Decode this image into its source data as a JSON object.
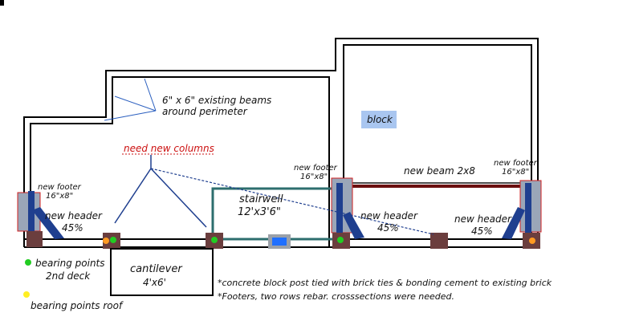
{
  "labels": {
    "existing_beams_line1": "6\" x 6\" existing beams",
    "existing_beams_line2": "around  perimeter",
    "block": "block",
    "need_new_columns": "need new columns",
    "new_footer": "new footer",
    "footer_size": "16\"x8\"",
    "new_beam": "new beam 2x8",
    "stairwell": "stairwell",
    "stairwell_size": "12'x3'6\"",
    "new_header": "new header",
    "header_pct": "45%",
    "cantilever": "cantilever",
    "cantilever_size": "4'x6'"
  },
  "legend": {
    "green_label_line1": "bearing points",
    "green_label_line2": "2nd deck",
    "yellow_label": "bearing points roof"
  },
  "notes": [
    "*concrete block post tied with brick ties & bonding cement to existing brick",
    "*Footers, two rows rebar. crosssections were needed."
  ],
  "colors": {
    "wall": "#000000",
    "beam": "#8b1a1a",
    "post": "#6b3e3e",
    "header_blue": "#1f3f8f",
    "footer_fill": "#9aa6b8",
    "footer_stroke": "#d02020",
    "block_fill": "#a9c6f0",
    "stair_stroke": "#2d6e6e",
    "green_dot": "#22cc22",
    "yellow_dot": "#ffee22",
    "orange_dot": "#ff9a22",
    "columns_text": "#cc1111"
  }
}
